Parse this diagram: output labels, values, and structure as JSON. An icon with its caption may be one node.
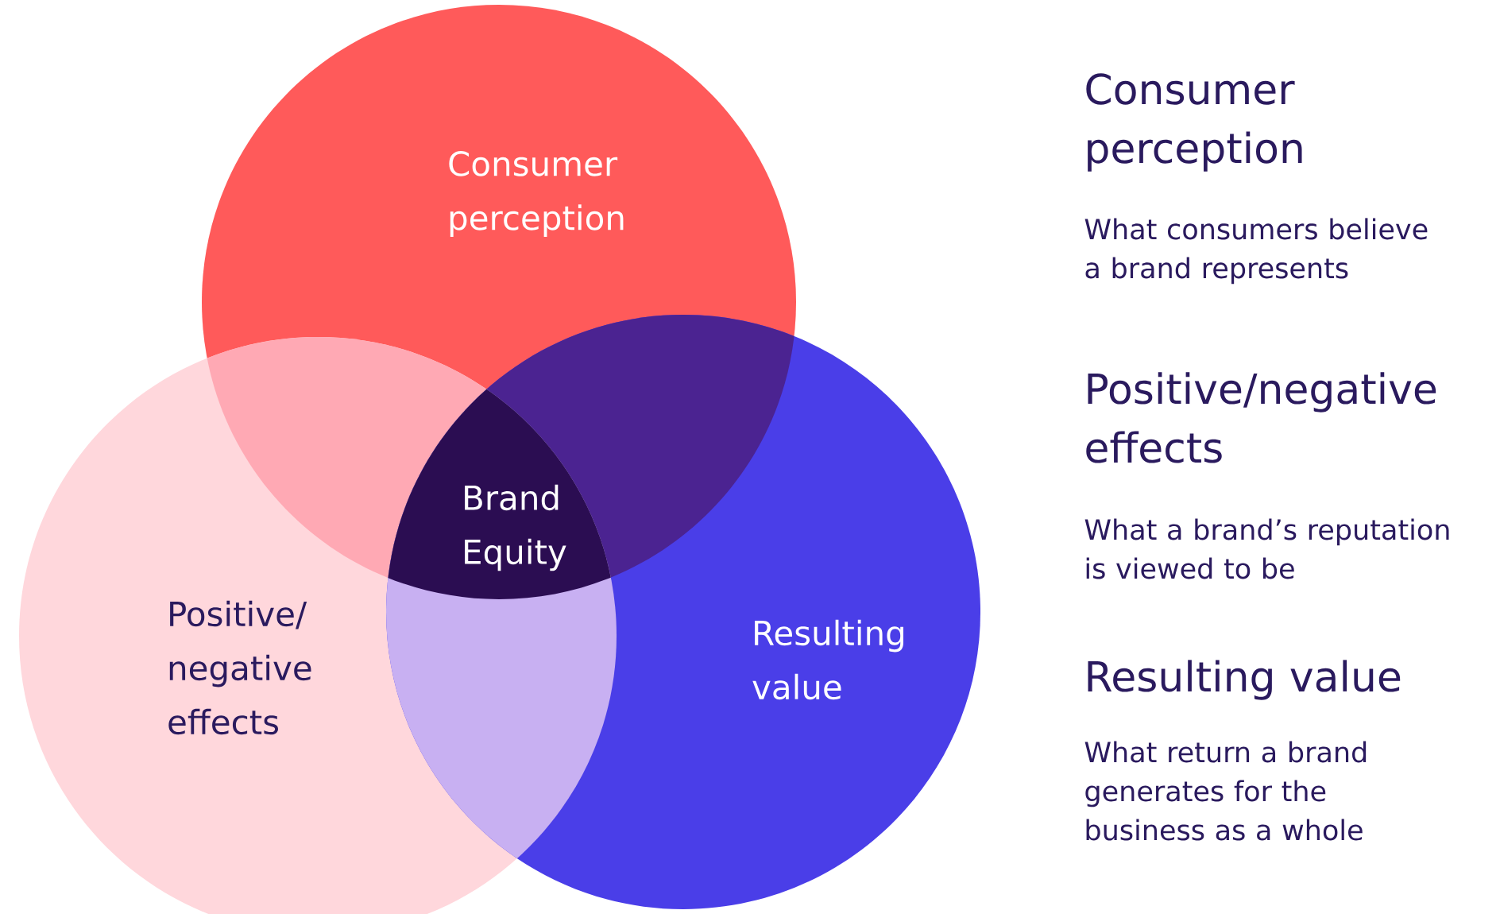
{
  "diagram": {
    "nodes": [
      {
        "text": [
          "Consumer perception"
        ]
      },
      {
        "text": [
          "Positive/ negative effects"
        ]
      },
      {
        "text": [
          "Resulting value"
        ]
      },
      {
        "text": [
          "Brand Equity"
        ]
      }
    ],
    "labels": [
      "Consumer perception",
      "What consumers believe a brand represents",
      "Positive/negative effects",
      "What a brand’s reputation is viewed to be",
      "Resulting value",
      "What return a brand generates for the business as a whole"
    ]
  }
}
